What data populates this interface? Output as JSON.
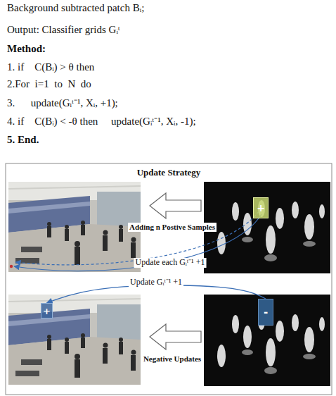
{
  "diagram": {
    "title": "Update Strategy",
    "nodes": [
      {
        "text": [
          "+"
        ]
      },
      {
        "text": [
          "+"
        ]
      },
      {
        "text": [
          "-"
        ]
      }
    ],
    "edges": [
      {
        "from": 2,
        "to": 1,
        "arrow": "to",
        "label": "Update Gᵢᵗ⁻¹ +1"
      }
    ],
    "labels": [
      "Background subtracted patch Bᵢ;",
      "Output: Classifier grids Gᵢᵗ",
      "Method:",
      "1. if    C(Bᵢ) > θ then",
      "2.For  i=1  to  N  do",
      "3.      update(Gᵢᵗ⁻¹, Xᵢ, +1);",
      "4. if    C(Bᵢ) < -θ then     update(Gᵢᵗ⁻¹, Xᵢ, -1);",
      "5. End.",
      "Adding n Postive Samples",
      "Update each Gᵢᵗ⁻¹ +1",
      "Negative Updates"
    ]
  }
}
